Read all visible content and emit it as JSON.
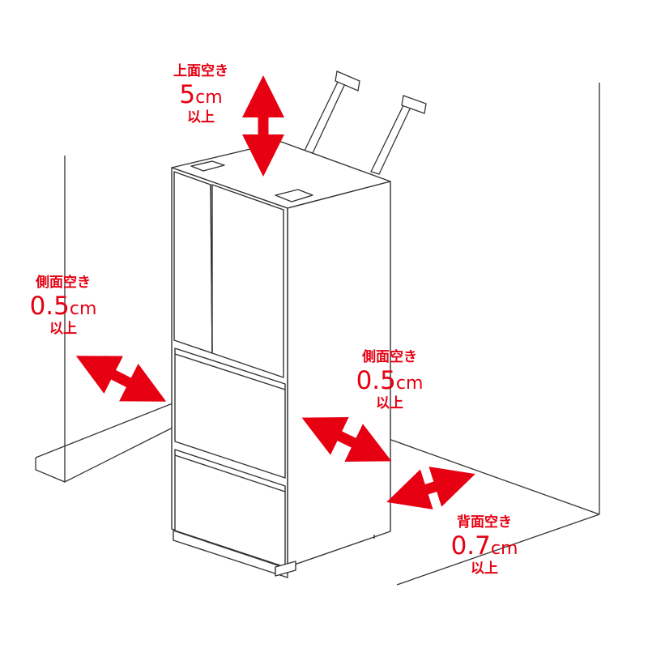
{
  "labels": {
    "top": {
      "title": "上面空き",
      "value": "5",
      "unit": "cm",
      "suffix": "以上"
    },
    "left": {
      "title": "側面空き",
      "value": "0.5",
      "unit": "cm",
      "suffix": "以上"
    },
    "right": {
      "title": "側面空き",
      "value": "0.5",
      "unit": "cm",
      "suffix": "以上"
    },
    "back": {
      "title": "背面空き",
      "value": "0.7",
      "unit": "cm",
      "suffix": "以上"
    }
  },
  "colors": {
    "accent": "#e60012",
    "line": "#333333",
    "body": "#ffffff"
  }
}
